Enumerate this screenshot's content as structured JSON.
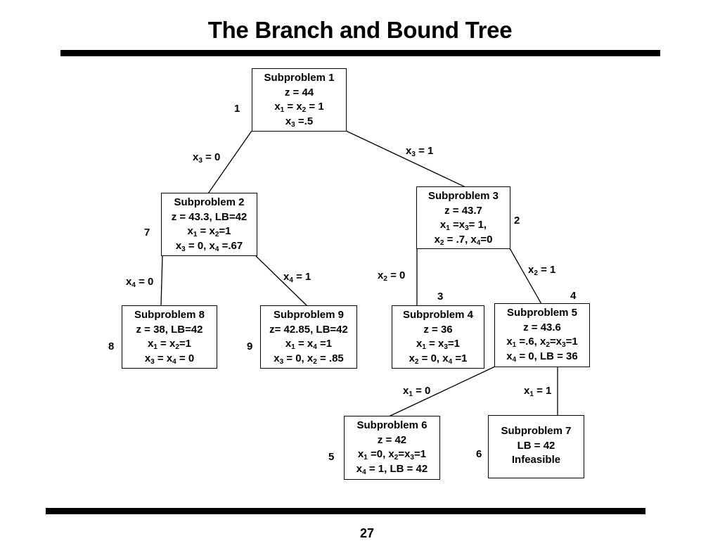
{
  "title": "The Branch and Bound Tree",
  "page_number": "27",
  "nodes": {
    "sp1": {
      "order": "1",
      "lines": [
        "Subproblem 1",
        "z  = 44",
        "x{1} = x{2} = 1",
        "x{3} =.5"
      ]
    },
    "sp2": {
      "order": "7",
      "lines": [
        "Subproblem 2",
        "z  = 43.3, LB=42",
        "x{1} = x{2}=1",
        "x{3} = 0, x{4} =.67"
      ]
    },
    "sp3": {
      "order": "2",
      "lines": [
        "Subproblem 3",
        "z  = 43.7",
        "x{1} =x{3}= 1,",
        "x{2} = .7, x{4}=0"
      ]
    },
    "sp4": {
      "order": "3",
      "lines": [
        "Subproblem 4",
        "z  = 36",
        "x{1} = x{3}=1",
        "x{2} = 0, x{4} =1"
      ]
    },
    "sp5": {
      "order": "4",
      "lines": [
        "Subproblem 5",
        "z  = 43.6",
        "x{1} =.6, x{2}=x{3}=1",
        "x{4} = 0, LB = 36"
      ]
    },
    "sp6": {
      "order": "5",
      "lines": [
        "Subproblem 6",
        "z  = 42",
        "x{1} =0, x{2}=x{3}=1",
        "x{4} = 1, LB = 42"
      ]
    },
    "sp7": {
      "order": "6",
      "lines": [
        "Subproblem 7",
        "LB = 42",
        "Infeasible"
      ]
    },
    "sp8": {
      "order": "8",
      "lines": [
        "Subproblem 8",
        "z  = 38, LB=42",
        "x{1} = x{2}=1",
        "x{3} = x{4} = 0"
      ]
    },
    "sp9": {
      "order": "9",
      "lines": [
        "Subproblem 9",
        "z= 42.85, LB=42",
        "x{1} = x{4} =1",
        "x{3} = 0, x{2} = .85"
      ]
    }
  },
  "edges": {
    "e1_2": "x{3} = 0",
    "e1_3": "x{3} = 1",
    "e2_8": "x{4} = 0",
    "e2_9": "x{4} = 1",
    "e3_4": "x{2} = 0",
    "e3_5": "x{2} = 1",
    "e5_6": "x{1} = 0",
    "e5_7": "x{1} = 1"
  }
}
